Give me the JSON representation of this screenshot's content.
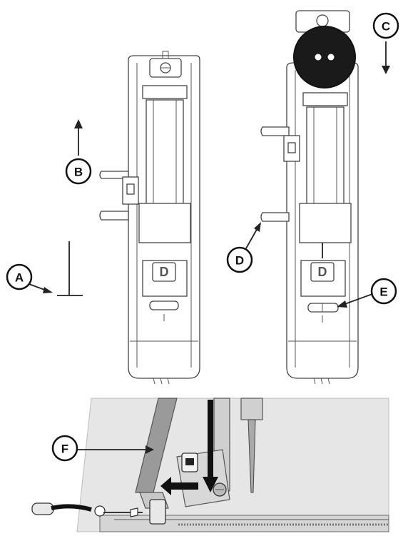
{
  "callouts": {
    "a": "A",
    "b": "B",
    "c": "C",
    "d": "D",
    "e": "E",
    "f": "F"
  },
  "foot_marks": {
    "left": "D",
    "right": "D"
  },
  "colors": {
    "outline": "#444444",
    "bottom_panel": "#e6e6e6",
    "button": "#1a1a1a"
  }
}
